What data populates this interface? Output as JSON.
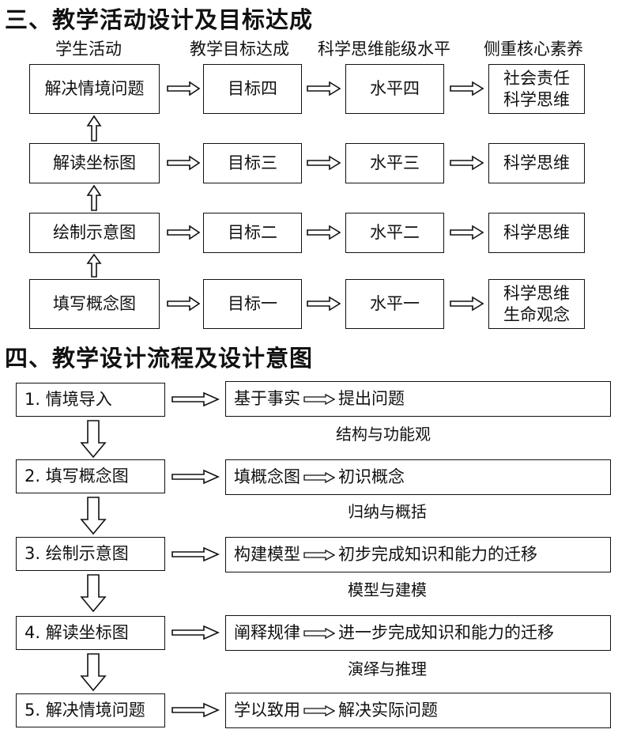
{
  "section3": {
    "title": "三、教学活动设计及目标达成",
    "headers": {
      "activity": "学生活动",
      "goal": "教学目标达成",
      "level": "科学思维能级水平",
      "literacy": "侧重核心素养"
    },
    "rows": [
      {
        "activity": "解决情境问题",
        "goal": "目标四",
        "level": "水平四",
        "literacy": [
          "社会责任",
          "科学思维"
        ]
      },
      {
        "activity": "解读坐标图",
        "goal": "目标三",
        "level": "水平三",
        "literacy": [
          "科学思维"
        ]
      },
      {
        "activity": "绘制示意图",
        "goal": "目标二",
        "level": "水平二",
        "literacy": [
          "科学思维"
        ]
      },
      {
        "activity": "填写概念图",
        "goal": "目标一",
        "level": "水平一",
        "literacy": [
          "科学思维",
          "生命观念"
        ]
      }
    ]
  },
  "section4": {
    "title": "四、教学设计流程及设计意图",
    "steps": [
      {
        "step": "1. 情境导入",
        "from": "基于事实",
        "to": "提出问题",
        "caption": "结构与功能观"
      },
      {
        "step": "2. 填写概念图",
        "from": "填概念图",
        "to": "初识概念",
        "caption": "归纳与概括"
      },
      {
        "step": "3. 绘制示意图",
        "from": "构建模型",
        "to": "初步完成知识和能力的迁移",
        "caption": "模型与建模"
      },
      {
        "step": "4. 解读坐标图",
        "from": "阐释规律",
        "to": "进一步完成知识和能力的迁移",
        "caption": "演绎与推理"
      },
      {
        "step": "5. 解决情境问题",
        "from": "学以致用",
        "to": "解决实际问题",
        "caption": ""
      }
    ]
  }
}
